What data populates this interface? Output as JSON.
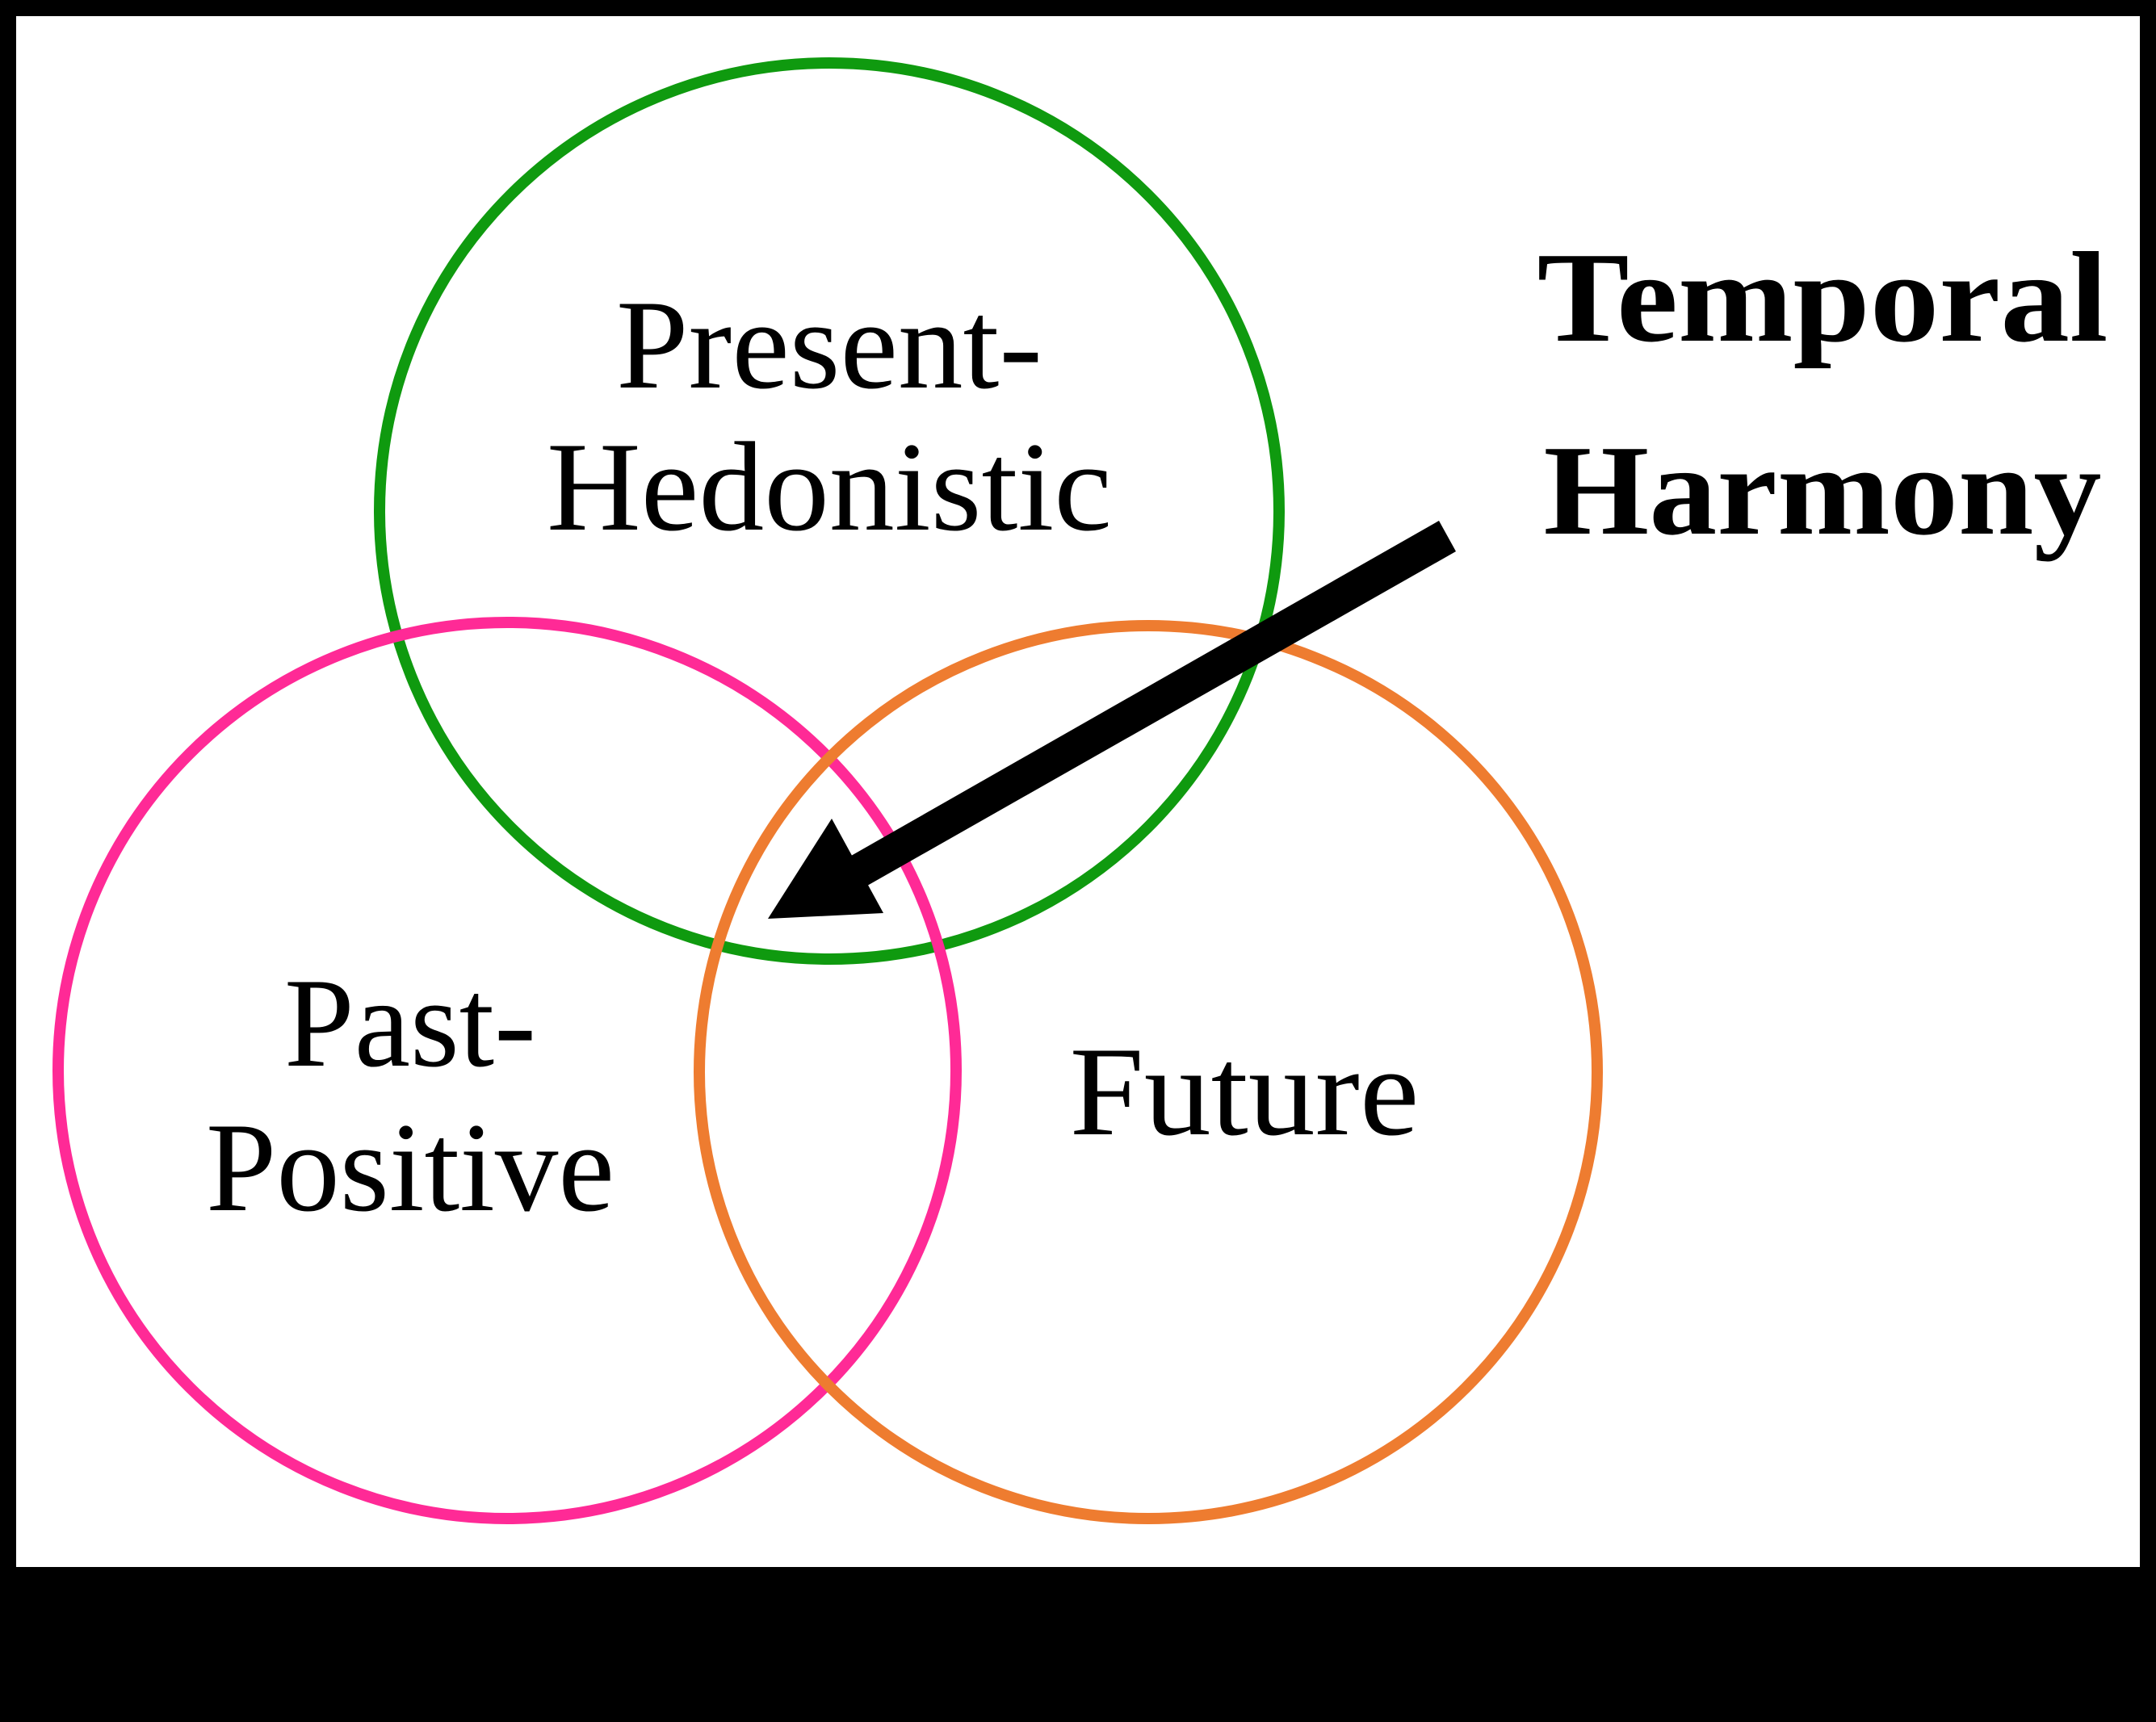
{
  "diagram": {
    "type": "venn",
    "background": "#ffffff",
    "frame_color": "#000000",
    "circles": [
      {
        "id": "present-hedonistic",
        "label_lines": [
          "Present-",
          "Hedonistic"
        ],
        "color": "#0f9a0f"
      },
      {
        "id": "past-positive",
        "label_lines": [
          "Past-",
          "Positive"
        ],
        "color": "#ff2a96"
      },
      {
        "id": "future",
        "label_lines": [
          "Future"
        ],
        "color": "#ee7c30"
      }
    ],
    "callout": {
      "label_lines": [
        "Temporal",
        "Harmony"
      ],
      "arrow_color": "#000000",
      "points_to": "intersection of all three circles"
    }
  }
}
